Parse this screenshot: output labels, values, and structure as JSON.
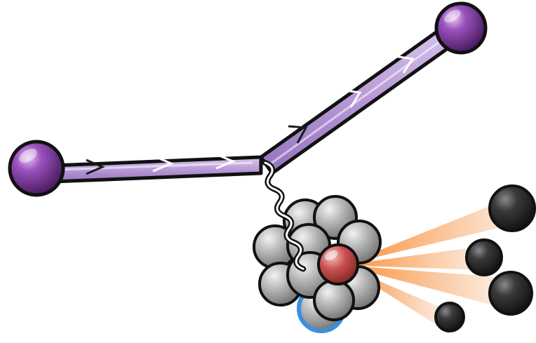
{
  "diagram": {
    "kind": "scattering-illustration",
    "text_labels": [],
    "colors": {
      "lepton": "#7a3b9a",
      "lepton_line": "#b79ad6",
      "nucleon": "#a9a9a9",
      "struck_quark": "#c9504f",
      "struck_highlight": "#3b8fe0",
      "jet_cone": "#ef8a3c",
      "hadron": "#2b2b2b",
      "outline": "#111111"
    },
    "elements": {
      "incoming_lepton": "lepton-ball",
      "outgoing_lepton": "lepton-ball",
      "virtual_photon": "wavy-line",
      "nucleus": "cluster-of-nucleons",
      "struck_parton": "red-ball",
      "jet_fragments": 4
    }
  }
}
